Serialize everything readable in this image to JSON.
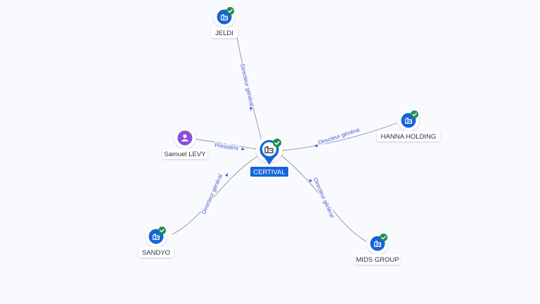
{
  "center": {
    "label": "CERTIVAL",
    "icon": "building-icon",
    "badge": "verified-check-icon"
  },
  "nodes": [
    {
      "id": "jeldi",
      "label": "JELDI",
      "type": "company",
      "icon": "building-icon",
      "verified": true,
      "relation": "Directeur général",
      "direction": "to-center"
    },
    {
      "id": "hanna",
      "label": "HANNA HOLDING",
      "type": "company",
      "icon": "building-icon",
      "verified": true,
      "relation": "Directeur général",
      "direction": "to-center"
    },
    {
      "id": "samuel",
      "label": "Samuel LEVY",
      "type": "person",
      "icon": "person-icon",
      "verified": false,
      "relation": "Président",
      "direction": "to-center"
    },
    {
      "id": "sandyo",
      "label": "SANDYO",
      "type": "company",
      "icon": "building-icon",
      "verified": true,
      "relation": "Directeur général",
      "direction": "to-center"
    },
    {
      "id": "mids",
      "label": "MIDS GROUP",
      "type": "company",
      "icon": "building-icon",
      "verified": true,
      "relation": "Directeur général",
      "direction": "to-center"
    }
  ],
  "colors": {
    "company": "#1565d8",
    "person": "#8a4fd8",
    "verified": "#1e8e4e",
    "edge": "#8a94a6",
    "edge_label": "#4d5bd1",
    "node_label": "#2b3244"
  }
}
